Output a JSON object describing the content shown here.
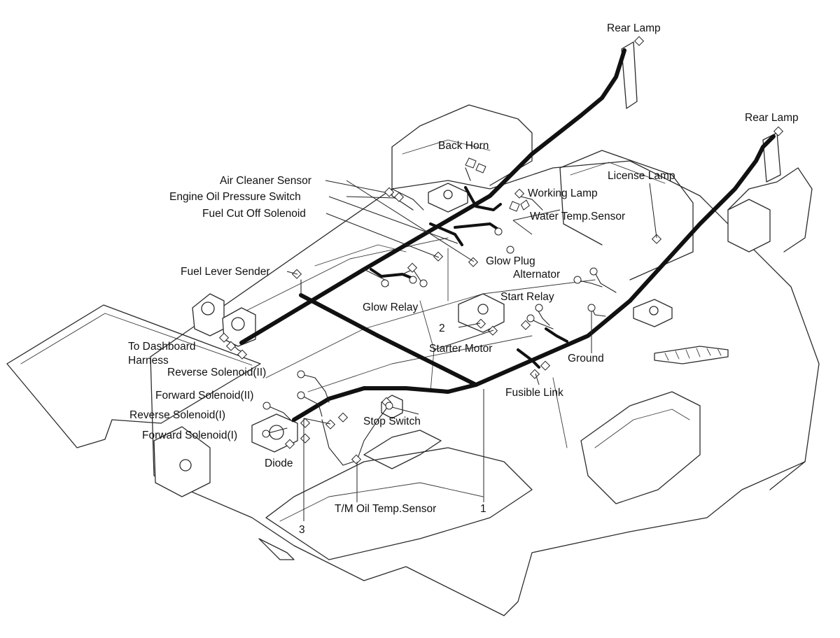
{
  "labels": {
    "rear_lamp_left": "Rear Lamp",
    "rear_lamp_right": "Rear Lamp",
    "back_horn": "Back Horn",
    "license_lamp": "License Lamp",
    "air_cleaner_sensor": "Air Cleaner Sensor",
    "engine_oil_pressure_switch": "Engine Oil Pressure Switch",
    "working_lamp": "Working Lamp",
    "fuel_cut_off_solenoid": "Fuel Cut Off Solenoid",
    "water_temp_sensor": "Water Temp.Sensor",
    "glow_plug": "Glow Plug",
    "fuel_lever_sender": "Fuel Lever Sender",
    "alternator": "Alternator",
    "start_relay": "Start Relay",
    "glow_relay": "Glow Relay",
    "callout_2": "2",
    "to_dashboard_harness_line1": "To Dashboard",
    "to_dashboard_harness_line2": "Harness",
    "starter_motor": "Starter Motor",
    "ground": "Ground",
    "reverse_solenoid_ii": "Reverse Solenoid(II)",
    "fusible_link": "Fusible Link",
    "forward_solenoid_ii": "Forward Solenoid(II)",
    "reverse_solenoid_i": "Reverse Solenoid(I)",
    "stop_switch": "Stop Switch",
    "forward_solenoid_i": "Forward Solenoid(I)",
    "diode": "Diode",
    "tm_oil_temp_sensor": "T/M Oil Temp.Sensor",
    "callout_1": "1",
    "callout_3": "3"
  }
}
